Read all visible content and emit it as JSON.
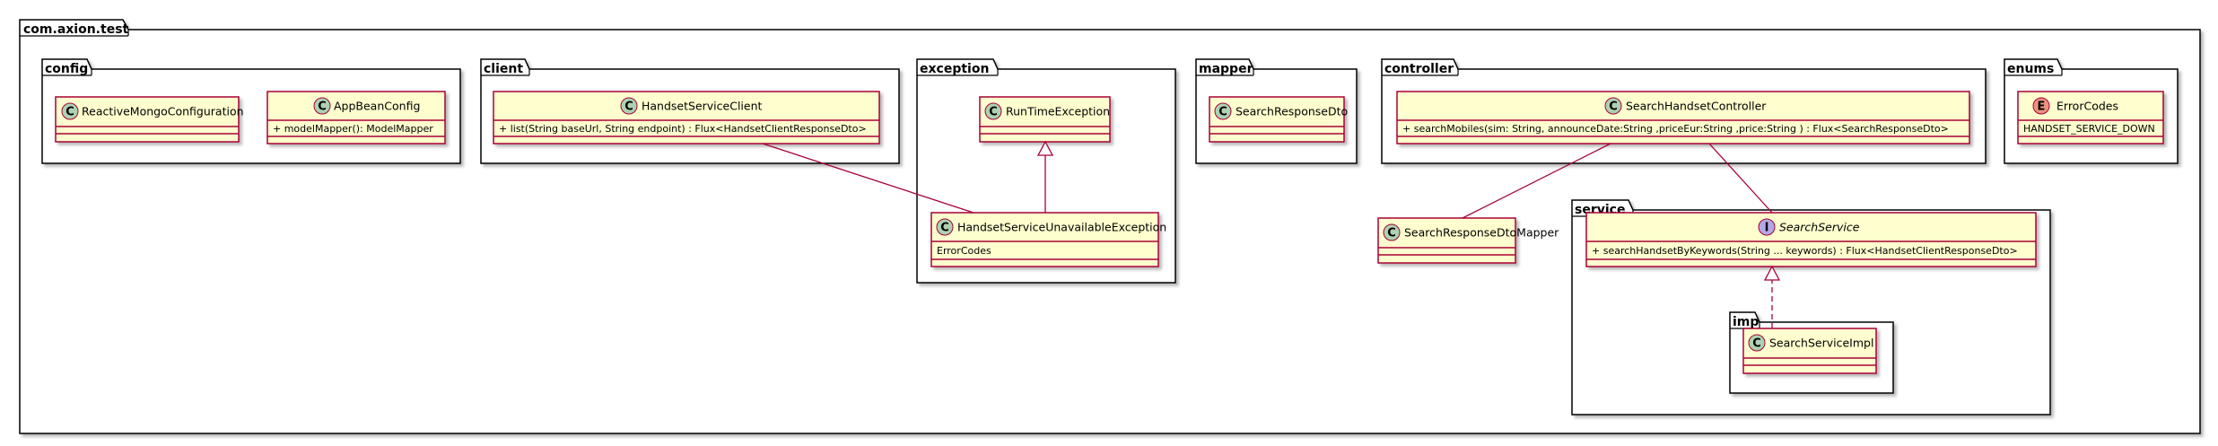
{
  "root_package": "com.axion.test",
  "packages": {
    "config": "config",
    "client": "client",
    "exception": "exception",
    "mapper": "mapper",
    "controller": "controller",
    "enums": "enums",
    "service": "service",
    "imp": "imp"
  },
  "classes": {
    "reactive_mongo": {
      "kind": "C",
      "name": "ReactiveMongoConfiguration"
    },
    "app_bean_config": {
      "kind": "C",
      "name": "AppBeanConfig",
      "member": "+ modelMapper(): ModelMapper"
    },
    "handset_client": {
      "kind": "C",
      "name": "HandsetServiceClient",
      "member": "+ list(String baseUrl, String endpoint) : Flux<HandsetClientResponseDto>"
    },
    "runtime_exception": {
      "kind": "C",
      "name": "RunTimeException"
    },
    "unavailable_exception": {
      "kind": "C",
      "name": "HandsetServiceUnavailableException",
      "member": "ErrorCodes"
    },
    "search_response_dto": {
      "kind": "C",
      "name": "SearchResponseDto"
    },
    "search_controller": {
      "kind": "C",
      "name": "SearchHandsetController",
      "member": "+ searchMobiles(sim: String, announceDate:String ,priceEur:String ,price:String ) : Flux<SearchResponseDto>"
    },
    "search_mapper": {
      "kind": "C",
      "name": "SearchResponseDtoMapper"
    },
    "search_service": {
      "kind": "I",
      "name": "SearchService",
      "member": "+ searchHandsetByKeywords(String ... keywords) : Flux<HandsetClientResponseDto>"
    },
    "search_service_impl": {
      "kind": "C",
      "name": "SearchServiceImpl"
    },
    "error_codes": {
      "kind": "E",
      "name": "ErrorCodes",
      "member": "HANDSET_SERVICE_DOWN"
    }
  },
  "colors": {
    "class_fill": "#FEFECE",
    "class_border": "#A80036",
    "relation_line": "#A80036",
    "badge_class": "#ADD1B2",
    "badge_interface": "#B4A7E5",
    "badge_enum": "#EB937F",
    "package_border": "#000000",
    "shadow": "#c8c8c8"
  },
  "icons": {
    "class_badge": "class-badge-icon",
    "interface_badge": "interface-badge-icon",
    "enum_badge": "enum-badge-icon"
  }
}
